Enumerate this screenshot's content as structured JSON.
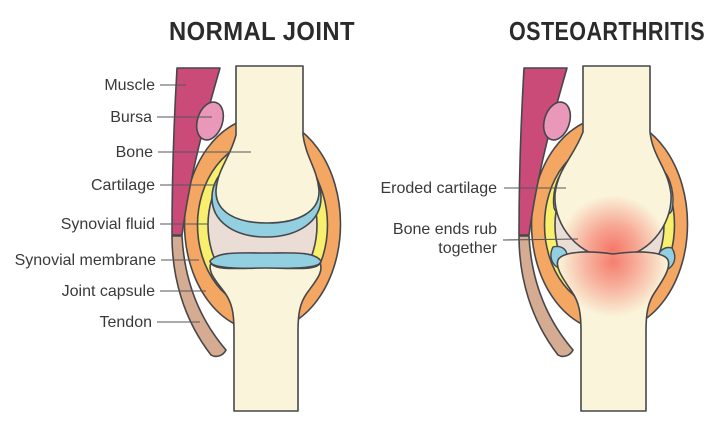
{
  "figure": {
    "left": {
      "title": "NORMAL JOINT",
      "labels": [
        {
          "text": "Muscle"
        },
        {
          "text": "Bursa"
        },
        {
          "text": "Bone"
        },
        {
          "text": "Cartilage"
        },
        {
          "text": "Synovial fluid"
        },
        {
          "text": "Synovial membrane"
        },
        {
          "text": "Joint capsule"
        },
        {
          "text": "Tendon"
        }
      ]
    },
    "right": {
      "title": "OSTEOARTHRITIS",
      "labels": [
        {
          "text": "Eroded cartilage"
        },
        {
          "line1": "Bone ends rub",
          "line2": "together"
        }
      ]
    }
  },
  "colors": {
    "background": "#ffffff",
    "outline": "#47474b",
    "leader_line": "#55555a",
    "title_text": "#2b2b2d",
    "label_text": "#3a3a3c",
    "muscle": "#ca4a78",
    "bursa": "#e998ba",
    "bone": "#faf4da",
    "joint_capsule": "#f3a763",
    "synovial_membrane": "#f8ef6e",
    "synovial_fluid": "#e9ddd6",
    "cartilage": "#92cfe1",
    "tendon": "#d5ac92",
    "inflammation": "#f4695c"
  }
}
